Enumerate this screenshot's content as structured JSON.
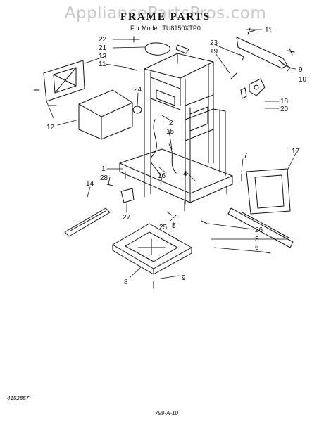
{
  "watermark": "AppliancePartsPros.com",
  "title": "FRAME PARTS",
  "subtitle": "For Model: TU8150XTP0",
  "footer_left": "4152857",
  "footer_center": "799-A-10",
  "callouts": {
    "c22": "22",
    "c21": "21",
    "c13": "13",
    "c11a": "11",
    "c12": "12",
    "c24": "24",
    "c2": "2",
    "c15": "15",
    "c16": "16",
    "c4": "4",
    "c1": "1",
    "c28": "28",
    "c14": "14",
    "c27": "27",
    "c5": "5",
    "c25": "25",
    "c8": "8",
    "c9a": "9",
    "c11b": "11",
    "c23": "23",
    "c19": "19",
    "c9b": "9",
    "c10": "10",
    "c18": "18",
    "c20": "20",
    "c7": "7",
    "c17": "17",
    "c26": "26",
    "c3": "3",
    "c6": "6"
  }
}
